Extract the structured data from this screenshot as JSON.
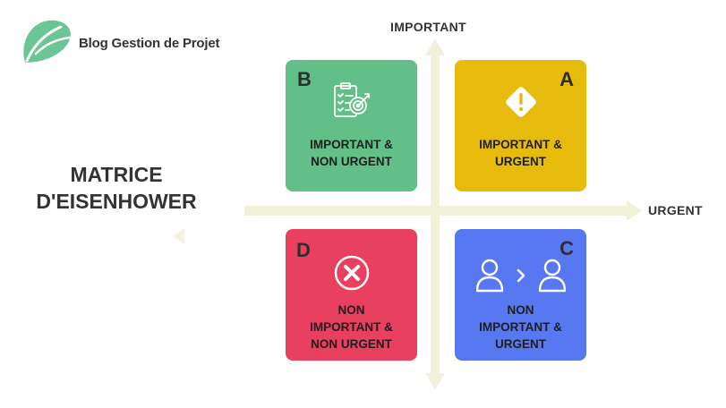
{
  "logo": {
    "text": "Blog Gestion de Projet",
    "icon": "leaf-logo-icon",
    "color": "#6cc594"
  },
  "axes": {
    "y_label": "IMPORTANT",
    "x_label": "URGENT",
    "color": "#f2f2dc"
  },
  "title": {
    "line1": "MATRICE",
    "line2": "D'EISENHOWER"
  },
  "quadrants": [
    {
      "letter": "B",
      "line1": "IMPORTANT &",
      "line2": "NON URGENT",
      "line3": "",
      "color": "#62bf88",
      "icon": "checklist-target-icon"
    },
    {
      "letter": "A",
      "line1": "IMPORTANT &",
      "line2": "URGENT",
      "line3": "",
      "color": "#e6bb0c",
      "icon": "warning-icon"
    },
    {
      "letter": "D",
      "line1": "NON",
      "line2": "IMPORTANT &",
      "line3": "NON URGENT",
      "color": "#e8405e",
      "icon": "delete-cross-icon"
    },
    {
      "letter": "C",
      "line1": "NON",
      "line2": "IMPORTANT &",
      "line3": "URGENT",
      "color": "#5878f2",
      "icon": "delegate-user-icon"
    }
  ]
}
